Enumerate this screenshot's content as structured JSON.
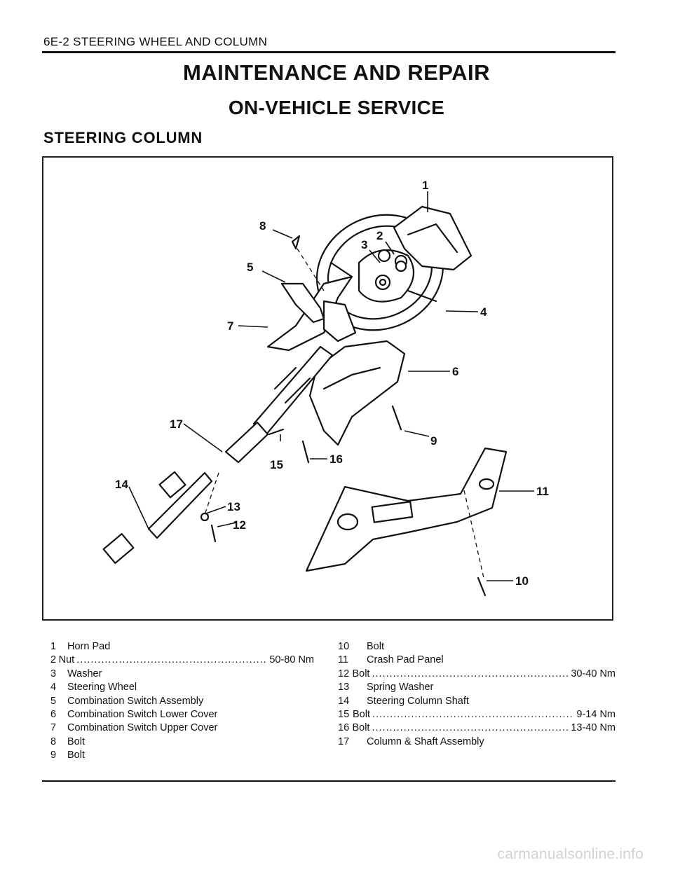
{
  "header": {
    "page_ref": "6E-2",
    "chapter": "STEERING WHEEL AND COLUMN"
  },
  "titles": {
    "main": "MAINTENANCE AND REPAIR",
    "sub": "ON-VEHICLE SERVICE",
    "section": "STEERING COLUMN"
  },
  "figure": {
    "callouts": [
      "1",
      "2",
      "3",
      "4",
      "5",
      "6",
      "7",
      "8",
      "9",
      "10",
      "11",
      "12",
      "13",
      "14",
      "15",
      "16",
      "17"
    ]
  },
  "legend": {
    "left": [
      {
        "num": "1",
        "label": "Horn Pad",
        "torque": ""
      },
      {
        "num": "2",
        "label": "Nut",
        "torque": "50-80 Nm"
      },
      {
        "num": "3",
        "label": "Washer",
        "torque": ""
      },
      {
        "num": "4",
        "label": "Steering Wheel",
        "torque": ""
      },
      {
        "num": "5",
        "label": "Combination Switch Assembly",
        "torque": ""
      },
      {
        "num": "6",
        "label": "Combination Switch Lower Cover",
        "torque": ""
      },
      {
        "num": "7",
        "label": "Combination Switch Upper Cover",
        "torque": ""
      },
      {
        "num": "8",
        "label": "Bolt",
        "torque": ""
      },
      {
        "num": "9",
        "label": "Bolt",
        "torque": ""
      }
    ],
    "right": [
      {
        "num": "10",
        "label": "Bolt",
        "torque": ""
      },
      {
        "num": "11",
        "label": "Crash Pad Panel",
        "torque": ""
      },
      {
        "num": "12",
        "label": "Bolt",
        "torque": "30-40 Nm"
      },
      {
        "num": "13",
        "label": "Spring Washer",
        "torque": ""
      },
      {
        "num": "14",
        "label": "Steering Column Shaft",
        "torque": ""
      },
      {
        "num": "15",
        "label": "Bolt",
        "torque": "9-14 Nm"
      },
      {
        "num": "16",
        "label": "Bolt",
        "torque": "13-40 Nm"
      },
      {
        "num": "17",
        "label": "Column & Shaft Assembly",
        "torque": ""
      }
    ]
  },
  "watermark": "carmanualsonline.info"
}
